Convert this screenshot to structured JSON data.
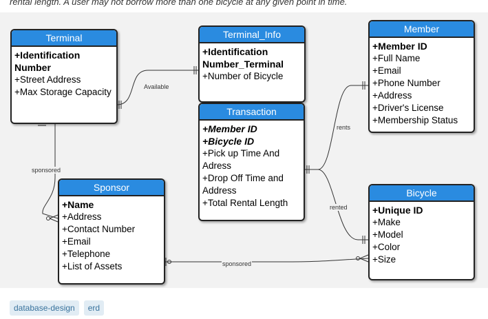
{
  "intro_text": "rental length. A user may not borrow more than one bicycle at any given point in time.",
  "entities": {
    "terminal": {
      "title": "Terminal",
      "attributes": [
        {
          "text": "+Identification Number",
          "kind": "key"
        },
        {
          "text": "+Street Address",
          "kind": "normal"
        },
        {
          "text": "+Max Storage Capacity",
          "kind": "normal"
        }
      ]
    },
    "terminal_info": {
      "title": "Terminal_Info",
      "attributes": [
        {
          "text": "+Identification Number_Terminal",
          "kind": "key"
        },
        {
          "text": "+Number of Bicycle",
          "kind": "normal"
        }
      ]
    },
    "member": {
      "title": "Member",
      "attributes": [
        {
          "text": "+Member ID",
          "kind": "key"
        },
        {
          "text": "+Full Name",
          "kind": "normal"
        },
        {
          "text": "+Email",
          "kind": "normal"
        },
        {
          "text": "+Phone Number",
          "kind": "normal"
        },
        {
          "text": "+Address",
          "kind": "normal"
        },
        {
          "text": "+Driver's License",
          "kind": "normal"
        },
        {
          "text": "+Membership Status",
          "kind": "normal"
        }
      ]
    },
    "transaction": {
      "title": "Transaction",
      "attributes": [
        {
          "text": "+Member ID",
          "kind": "fk"
        },
        {
          "text": "+Bicycle ID",
          "kind": "fk"
        },
        {
          "text": "+Pick up Time And Adress",
          "kind": "normal"
        },
        {
          "text": "+Drop Off Time and Address",
          "kind": "normal"
        },
        {
          "text": "+Total Rental Length",
          "kind": "normal"
        }
      ]
    },
    "sponsor": {
      "title": "Sponsor",
      "attributes": [
        {
          "text": "+Name",
          "kind": "key"
        },
        {
          "text": "+Address",
          "kind": "normal"
        },
        {
          "text": "+Contact Number",
          "kind": "normal"
        },
        {
          "text": "+Email",
          "kind": "normal"
        },
        {
          "text": "+Telephone",
          "kind": "normal"
        },
        {
          "text": "+List of Assets",
          "kind": "normal"
        }
      ]
    },
    "bicycle": {
      "title": "Bicycle",
      "attributes": [
        {
          "text": "+Unique ID",
          "kind": "key"
        },
        {
          "text": "+Make",
          "kind": "normal"
        },
        {
          "text": "+Model",
          "kind": "normal"
        },
        {
          "text": "+Color",
          "kind": "normal"
        },
        {
          "text": "+Size",
          "kind": "normal"
        }
      ]
    }
  },
  "relationships": {
    "available": "Available",
    "sponsored_terminal": "sponsored",
    "rents": "rents",
    "rented": "rented",
    "sponsored_bicycle": "sponsored"
  },
  "tags": [
    "database-design",
    "erd"
  ],
  "colors": {
    "header": "#2a8be0",
    "tag_bg": "#e1ecf4",
    "tag_text": "#39739d"
  }
}
